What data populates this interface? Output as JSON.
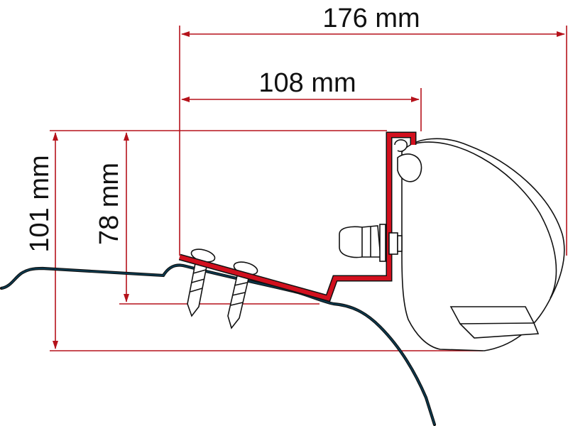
{
  "dimensions": {
    "total_width": "176 mm",
    "bracket_width": "108 mm",
    "total_height": "101 mm",
    "bracket_height": "78 mm"
  },
  "colors": {
    "dimension_line": "#b5121b",
    "bracket_fill": "#d2101e",
    "roof_profile": "#0b3a50",
    "outline": "#111111",
    "text": "#111111"
  }
}
